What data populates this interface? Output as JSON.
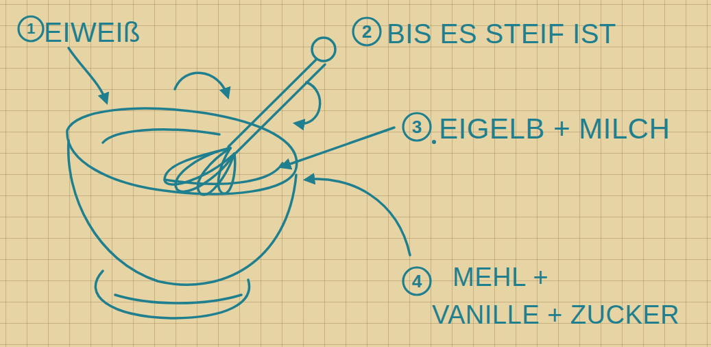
{
  "diagram": {
    "nodes": [
      {
        "text": [
          "1",
          "EIWEIß"
        ]
      },
      {
        "text": [
          "2",
          "BIS ES STEIF IST"
        ]
      },
      {
        "text": [
          "3",
          "EIGELB + MILCH"
        ]
      },
      {
        "text": [
          "4",
          "MEHL + VANILLE + ZUCKER"
        ]
      }
    ]
  }
}
